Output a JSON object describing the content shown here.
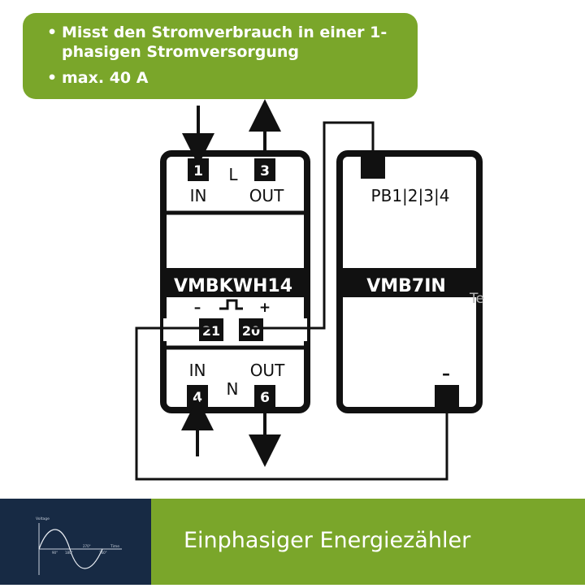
{
  "info": {
    "bullets": [
      "Misst den Stromverbrauch in einer 1-\nphasigen Stromversorgung",
      "max. 40 A"
    ]
  },
  "meter": {
    "name": "VMBKWH14",
    "top_terminals": {
      "in_number": "1",
      "in_label": "IN",
      "line_label": "L",
      "out_number": "3",
      "out_label": "OUT"
    },
    "bottom_terminals": {
      "in_number": "4",
      "in_label": "IN",
      "neutral_label": "N",
      "out_number": "6",
      "out_label": "OUT"
    },
    "pulse": {
      "minus": "–",
      "plus": "+",
      "terminal_minus": "21",
      "terminal_plus": "20"
    }
  },
  "input_module": {
    "name": "VMB7IN",
    "inputs_label": "PB1|2|3|4",
    "minus_label": "–",
    "overflow_text": "Te"
  },
  "footer": {
    "title": "Einphasiger Energiezähler",
    "thumbnail": {
      "y_label": "Voltage",
      "x_label": "Time",
      "ticks": [
        "90°",
        "180°",
        "270°",
        "360°"
      ]
    }
  },
  "colors": {
    "accent_green": "#7aa62a",
    "dark_navy": "#172a44",
    "line": "#111111"
  }
}
